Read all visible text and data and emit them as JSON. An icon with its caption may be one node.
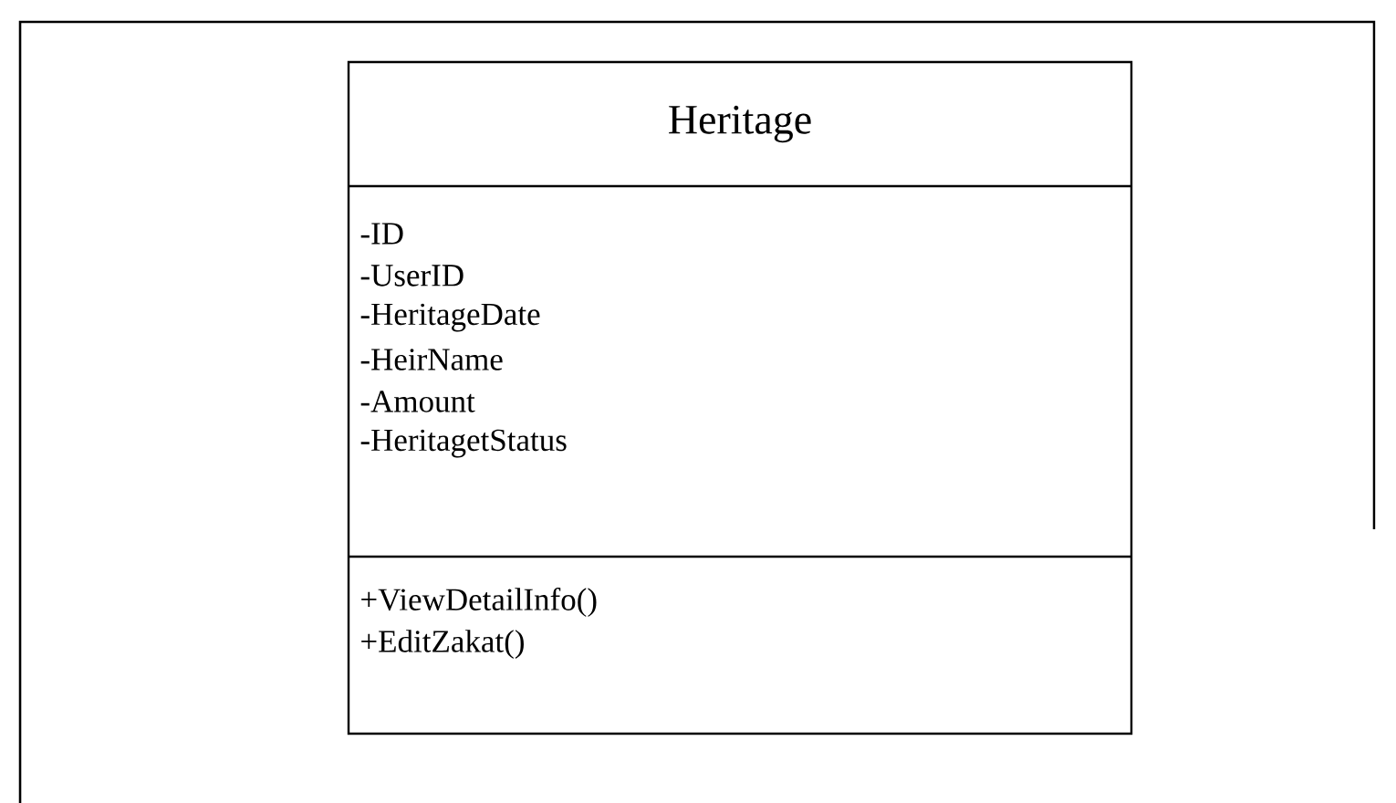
{
  "diagram": {
    "nodes": [
      {
        "text": [
          "Heritage",
          "-ID",
          "-UserID",
          "-HeritageDate",
          "-HeirName",
          "-Amount",
          "-HeritagetStatus",
          "+ViewDetailInfo()",
          "+EditZakat()"
        ]
      }
    ]
  }
}
